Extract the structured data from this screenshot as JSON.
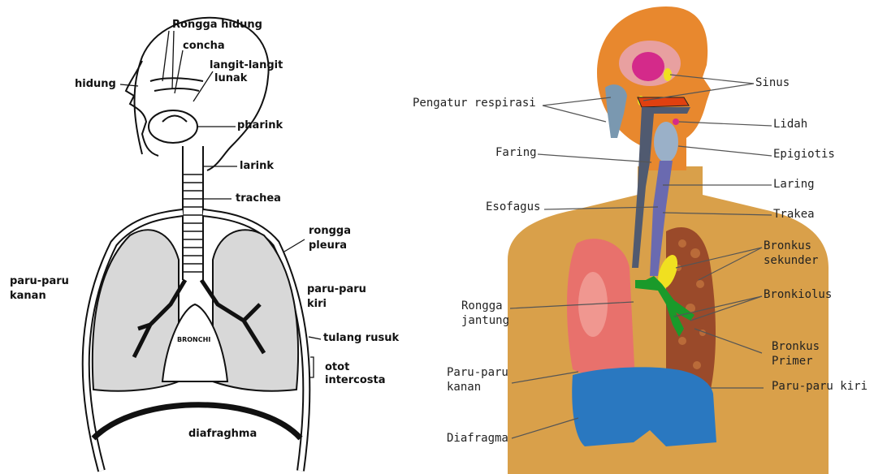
{
  "left_diagram": {
    "labels": {
      "rongga_hidung": "Rongga hidung",
      "concha": "concha",
      "langit_langit": "langit-langit",
      "lunak": "lunak",
      "hidung": "hidung",
      "pharink": "pharink",
      "larink": "larink",
      "trachea": "trachea",
      "rongga": "rongga",
      "pleura": "pleura",
      "paru_paru_kanan_1": "paru-paru",
      "paru_paru_kanan_2": "kanan",
      "paru_paru_kiri_1": "paru-paru",
      "paru_paru_kiri_2": "kiri",
      "bronchi": "BRONCHI",
      "tulang_rusuk": "tulang rusuk",
      "otot": "otot",
      "intercosta": "intercosta",
      "diafraghma": "diafraghma"
    }
  },
  "right_diagram": {
    "labels": {
      "pengatur_respirasi": "Pengatur respirasi",
      "sinus": "Sinus",
      "lidah": "Lidah",
      "faring": "Faring",
      "epigiotis": "Epigiotis",
      "laring": "Laring",
      "esofagus": "Esofagus",
      "trakea": "Trakea",
      "bronkus_sekunder_1": "Bronkus",
      "bronkus_sekunder_2": "sekunder",
      "bronkiolus": "Bronkiolus",
      "rongga_jantung_1": "Rongga",
      "rongga_jantung_2": "jantung",
      "bronkus_primer_1": "Bronkus",
      "bronkus_primer_2": "Primer",
      "paru_paru_kanan_1": "Paru-paru",
      "paru_paru_kanan_2": "kanan",
      "paru_paru_kiri": "Paru-paru kiri",
      "diafragma": "Diafragma"
    }
  },
  "colors": {
    "skin": "#d9a04a",
    "head": "#e8882e",
    "lung_right": "#e8716c",
    "lung_left": "#9a4a2a",
    "diaphragm": "#2a78c0",
    "airway": "#1a9a2a",
    "trachea": "#6a6ab0",
    "brain": "#d42a8a",
    "sinus": "#f0e020",
    "leader": "#555555"
  }
}
